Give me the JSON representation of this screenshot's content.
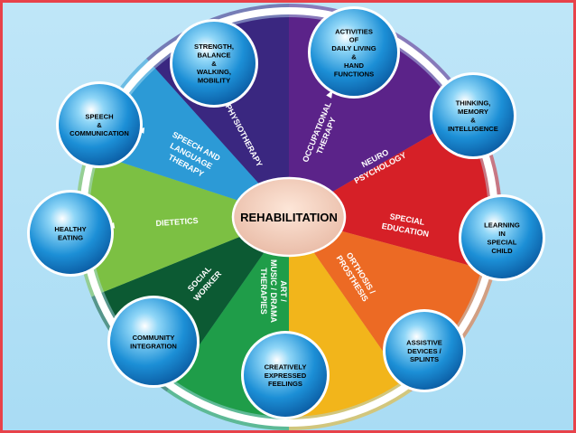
{
  "center": {
    "label": "REHABILITATION"
  },
  "segments": [
    {
      "id": "physiotherapy",
      "color": "#5b2389",
      "label_lines": [
        "PHYSIOTHERAPY"
      ]
    },
    {
      "id": "occupational",
      "color": "#d62027",
      "label_lines": [
        "OCCUPATIONAL",
        "THERAPY"
      ]
    },
    {
      "id": "neuro",
      "color": "#ec6a24",
      "label_lines": [
        "NEURO",
        "PSYCHOLOGY"
      ]
    },
    {
      "id": "special",
      "color": "#f2b51b",
      "label_lines": [
        "SPECIAL",
        "EDUCATION"
      ]
    },
    {
      "id": "orthosis",
      "color": "#1f9d49",
      "label_lines": [
        "ORTHOSIS /",
        "PROSTHESIS"
      ]
    },
    {
      "id": "art",
      "color": "#0c5a33",
      "label_lines": [
        "ART /",
        "MUSIC / DRAMA",
        "THERAPIES"
      ]
    },
    {
      "id": "social",
      "color": "#7cc043",
      "label_lines": [
        "SOCIAL",
        "WORKER"
      ]
    },
    {
      "id": "dietetics",
      "color": "#2c9ad6",
      "label_lines": [
        "DIETETICS"
      ]
    },
    {
      "id": "speech",
      "color": "#3a2780",
      "label_lines": [
        "SPEECH AND",
        "LANGUAGE",
        "THERAPY"
      ]
    }
  ],
  "bubbles": [
    {
      "id": "physio-bubble",
      "lines": [
        "STRENGTH,",
        "BALANCE",
        "&",
        "WALKING,",
        "MOBILITY"
      ]
    },
    {
      "id": "occupational-bubble",
      "lines": [
        "ACTIVITIES",
        "OF",
        "DAILY LIVING",
        "&",
        "HAND",
        "FUNCTIONS"
      ]
    },
    {
      "id": "neuro-bubble",
      "lines": [
        "THINKING,",
        "MEMORY",
        "&",
        "INTELLIGENCE"
      ]
    },
    {
      "id": "special-bubble",
      "lines": [
        "LEARNING",
        "IN",
        "SPECIAL",
        "CHILD"
      ]
    },
    {
      "id": "orthosis-bubble",
      "lines": [
        "ASSISTIVE",
        "DEVICES /",
        "SPLINTS"
      ]
    },
    {
      "id": "art-bubble",
      "lines": [
        "CREATIVELY",
        "EXPRESSED",
        "FEELINGS"
      ]
    },
    {
      "id": "social-bubble",
      "lines": [
        "COMMUNITY",
        "INTEGRATION"
      ]
    },
    {
      "id": "dietetics-bubble",
      "lines": [
        "HEALTHY",
        "EATING"
      ]
    },
    {
      "id": "speech-bubble",
      "lines": [
        "SPEECH",
        "&",
        "COMMUNICATION"
      ]
    }
  ]
}
